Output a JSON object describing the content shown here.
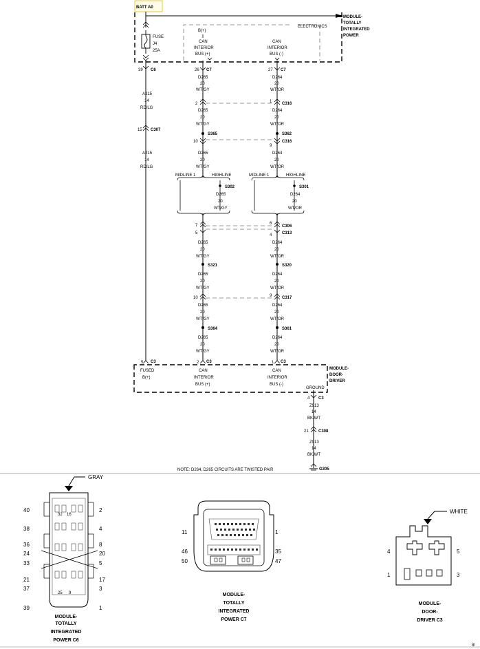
{
  "top": {
    "batt": "BATT A0",
    "electronics": "ELECTRONICS",
    "b_plus": "B(+)"
  },
  "tipm": {
    "l1": "MODULE-",
    "l2": "TOTALLY",
    "l3": "INTEGRATED",
    "l4": "POWER"
  },
  "dd": {
    "l1": "MODULE-",
    "l2": "DOOR-",
    "l3": "DRIVER"
  },
  "fuse": {
    "label": "FUSE",
    "num": "J4",
    "amp": "25A"
  },
  "can": {
    "l1": "CAN",
    "l2": "INTERIOR",
    "plus": "BUS (+)",
    "minus": "BUS (-)"
  },
  "pins": {
    "p39": "39",
    "p26": "26",
    "p27": "27",
    "p2": "2",
    "p1": "1",
    "p15": "15",
    "p10": "10",
    "p9": "9",
    "p7": "7",
    "p5": "5",
    "p6": "6",
    "p4": "4",
    "p21": "21"
  },
  "conn": {
    "c6": "C6",
    "c7": "C7",
    "c3": "C3",
    "c316": "C316",
    "c307": "C307",
    "c306": "C306",
    "c313": "C313",
    "c317": "C317",
    "c308": "C308"
  },
  "splices": {
    "s365": "S365",
    "s362": "S362",
    "s302": "S302",
    "s301": "S301",
    "s321": "S321",
    "s320": "S320",
    "s364": "S364",
    "s361": "S361"
  },
  "wires": {
    "a215": "A215",
    "d265": "D265",
    "d264": "D264",
    "z913": "Z913",
    "g14": "14",
    "g20": "20",
    "rdlg": "RD/LG",
    "wtgy": "WT/GY",
    "wtor": "WT/OR",
    "bkwt": "BK/WT"
  },
  "options": {
    "midline": "MIDLINE 1",
    "highline": "HIGHLINE"
  },
  "bottom_box": {
    "fused": "FUSED",
    "bplus": "B(+)",
    "ground": "GROUND",
    "g305": "G305"
  },
  "note": "NOTE:  D264, D265    CIRCUITS ARE TWISTED PAIR",
  "conn_views": {
    "c6": {
      "color": "GRAY",
      "title": [
        "MODULE-",
        "TOTALLY",
        "INTEGRATED",
        "POWER C6"
      ],
      "pins": {
        "p40": "40",
        "p2": "2",
        "p38": "38",
        "p4": "4",
        "p36": "36",
        "p8": "8",
        "p24": "24",
        "p20": "20",
        "p33": "33",
        "p5": "5",
        "p21": "21",
        "p17": "17",
        "p37": "37",
        "p3": "3",
        "p39": "39",
        "p1": "1",
        "p32": "32",
        "p16": "16",
        "p25": "25",
        "p9": "9"
      }
    },
    "c7": {
      "title": [
        "MODULE-",
        "TOTALLY",
        "INTEGRATED",
        "POWER C7"
      ],
      "pins": {
        "p11": "11",
        "p1": "1",
        "p46": "46",
        "p35": "35",
        "p50": "50",
        "p47": "47"
      }
    },
    "c3": {
      "color": "WHITE",
      "title": [
        "MODULE-",
        "DOOR-",
        "DRIVER C3"
      ],
      "pins": {
        "p4": "4",
        "p5": "5",
        "p1": "1",
        "p3": "3"
      }
    }
  },
  "page_num": "8!"
}
